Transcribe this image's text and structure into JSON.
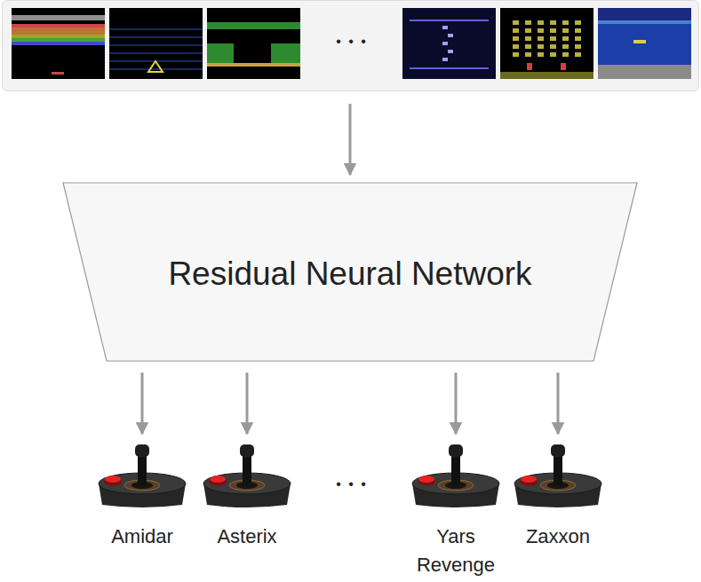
{
  "diagram": {
    "nodes": [
      {
        "text": [
          "• • •"
        ]
      },
      {
        "text": [
          "Residual Neural Network"
        ]
      },
      {
        "text": [
          "Amidar"
        ]
      },
      {
        "text": [
          "Asterix"
        ]
      },
      {
        "text": [
          "Yars Revenge"
        ]
      },
      {
        "text": [
          "Zaxxon"
        ]
      }
    ],
    "edges": [
      {
        "from": 0,
        "to": 1,
        "arrow": "to"
      },
      {
        "from": 1,
        "to": 2,
        "arrow": "to"
      },
      {
        "from": 1,
        "to": 3,
        "arrow": "to"
      },
      {
        "from": 1,
        "to": 4,
        "arrow": "to"
      },
      {
        "from": 1,
        "to": 5,
        "arrow": "to"
      }
    ],
    "labels": [
      "• • •"
    ]
  }
}
